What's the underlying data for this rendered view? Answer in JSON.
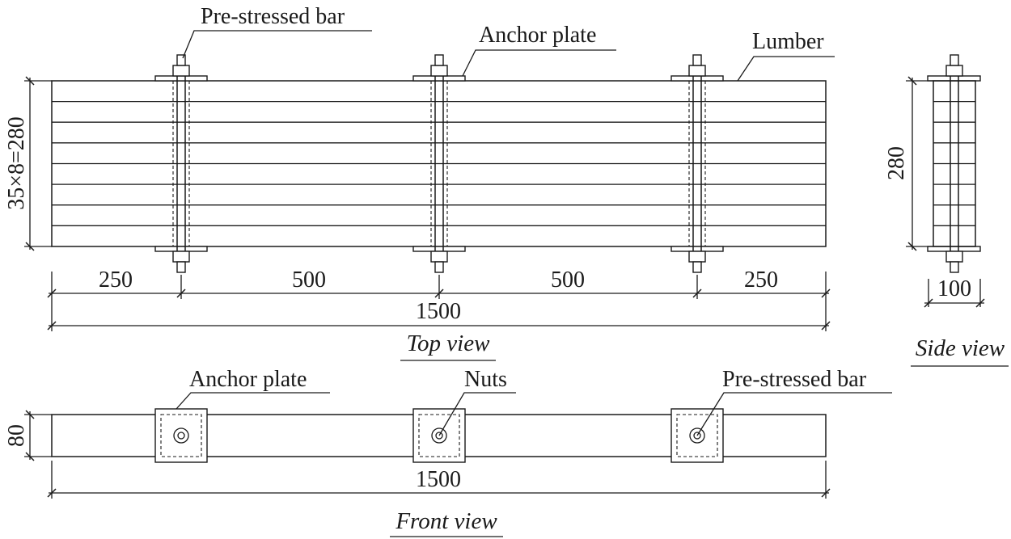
{
  "labels": {
    "prestressed_bar_top": "Pre-stressed bar",
    "anchor_plate_top": "Anchor plate",
    "lumber": "Lumber",
    "anchor_plate_front": "Anchor plate",
    "nuts": "Nuts",
    "prestressed_bar_front": "Pre-stressed bar"
  },
  "dimensions": {
    "top_height": "35×8=280",
    "seg_1": "250",
    "seg_2": "500",
    "seg_3": "500",
    "seg_4": "250",
    "top_total": "1500",
    "side_height": "280",
    "side_width": "100",
    "front_height": "80",
    "front_total": "1500"
  },
  "views": {
    "top": "Top view",
    "side": "Side view",
    "front": "Front view"
  }
}
